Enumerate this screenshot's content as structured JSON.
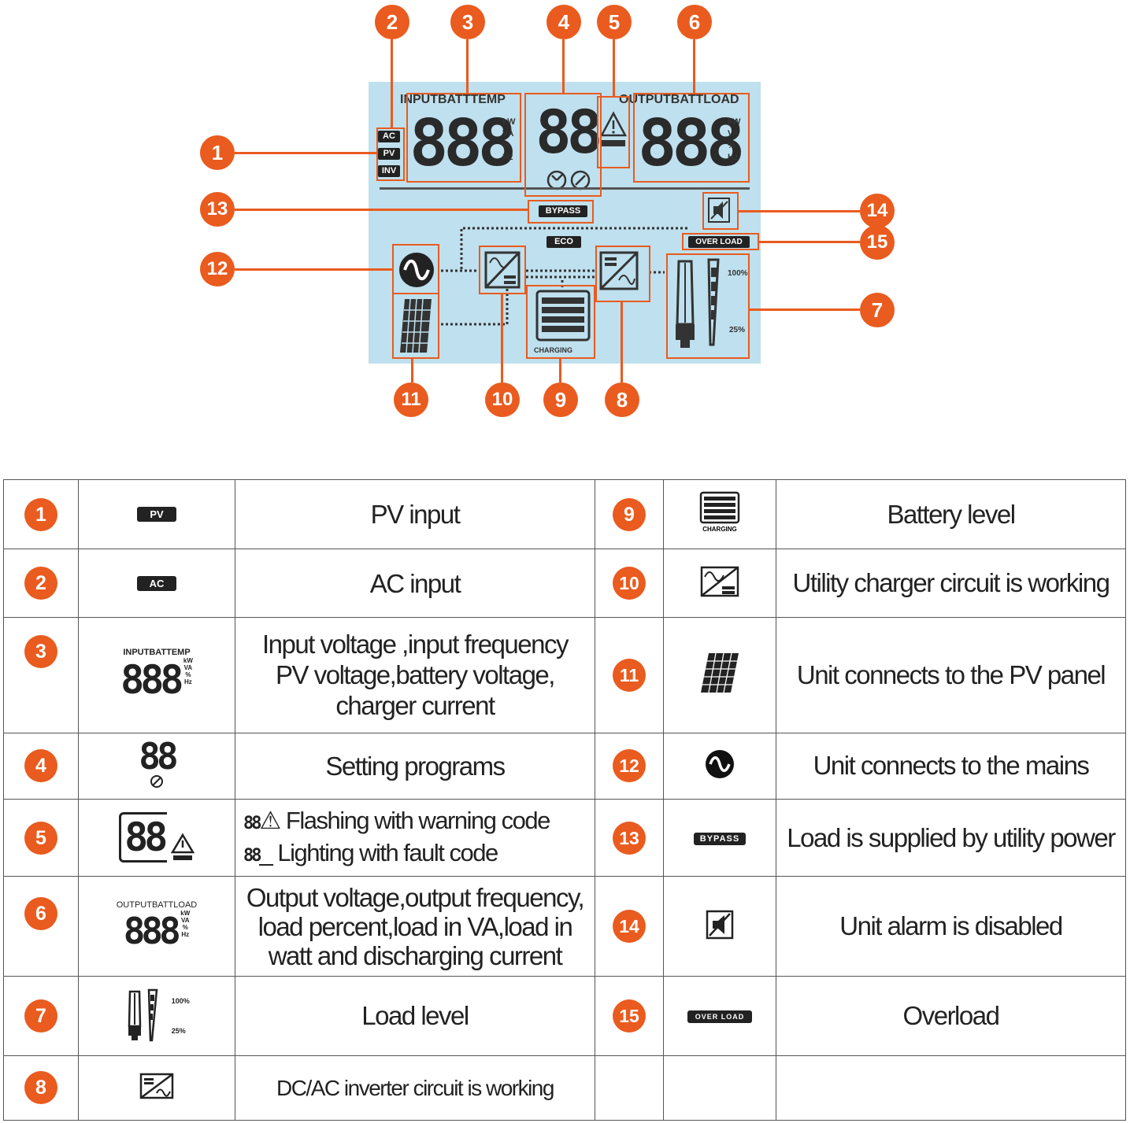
{
  "diagram": {
    "callouts": [
      "1",
      "2",
      "3",
      "4",
      "5",
      "6",
      "7",
      "8",
      "9",
      "10",
      "11",
      "12",
      "13",
      "14",
      "15"
    ],
    "lcd": {
      "input_header": "INPUTBATTTEMP",
      "output_header": "OUTPUTBATTLOAD",
      "input_digits": "888",
      "program_digits": "88",
      "output_digits": "888",
      "units": [
        "kW",
        "VA",
        "%",
        "Hz"
      ],
      "source_tags": [
        "AC",
        "PV",
        "INV"
      ],
      "bypass": "BYPASS",
      "eco": "ECO",
      "overload": "OVER LOAD",
      "charging": "CHARGING",
      "load_100": "100%",
      "load_25": "25%"
    }
  },
  "legend": {
    "rows": [
      {
        "num": "1",
        "label": "PV",
        "desc": "PV input",
        "num2": "9",
        "desc2": "Battery level"
      },
      {
        "num": "2",
        "label": "AC",
        "desc": "AC input",
        "num2": "10",
        "desc2": "Utility charger circuit is working"
      },
      {
        "num": "3",
        "label": "INPUTBATTEMP",
        "desc": [
          "Input voltage ,input frequency",
          "PV voltage,battery voltage,",
          "charger current"
        ],
        "num2": "11",
        "desc2": "Unit connects to the PV panel"
      },
      {
        "num": "4",
        "label": "88",
        "desc": "Setting programs",
        "num2": "12",
        "desc2": "Unit connects to the mains"
      },
      {
        "num": "5",
        "label": "88",
        "desc": [
          "Flashing with warning code",
          "Lighting with fault code"
        ],
        "num2": "13",
        "label2": "BYPASS",
        "desc2": "Load is supplied by utility power"
      },
      {
        "num": "6",
        "label": "OUTPUTBATTLOAD",
        "desc": [
          "Output voltage,output frequency,",
          "load percent,load in VA,load in",
          "watt and discharging current"
        ],
        "num2": "14",
        "desc2": "Unit alarm is disabled"
      },
      {
        "num": "7",
        "label_100": "100%",
        "label_25": "25%",
        "desc": "Load level",
        "num2": "15",
        "label2": "OVER LOAD",
        "desc2": "Overload"
      },
      {
        "num": "8",
        "desc": "DC/AC inverter circuit is working"
      }
    ],
    "battery_charging": "CHARGING",
    "digits_3": "888",
    "digits_2": "88",
    "units": [
      "kW",
      "VA",
      "%",
      "Hz"
    ]
  }
}
